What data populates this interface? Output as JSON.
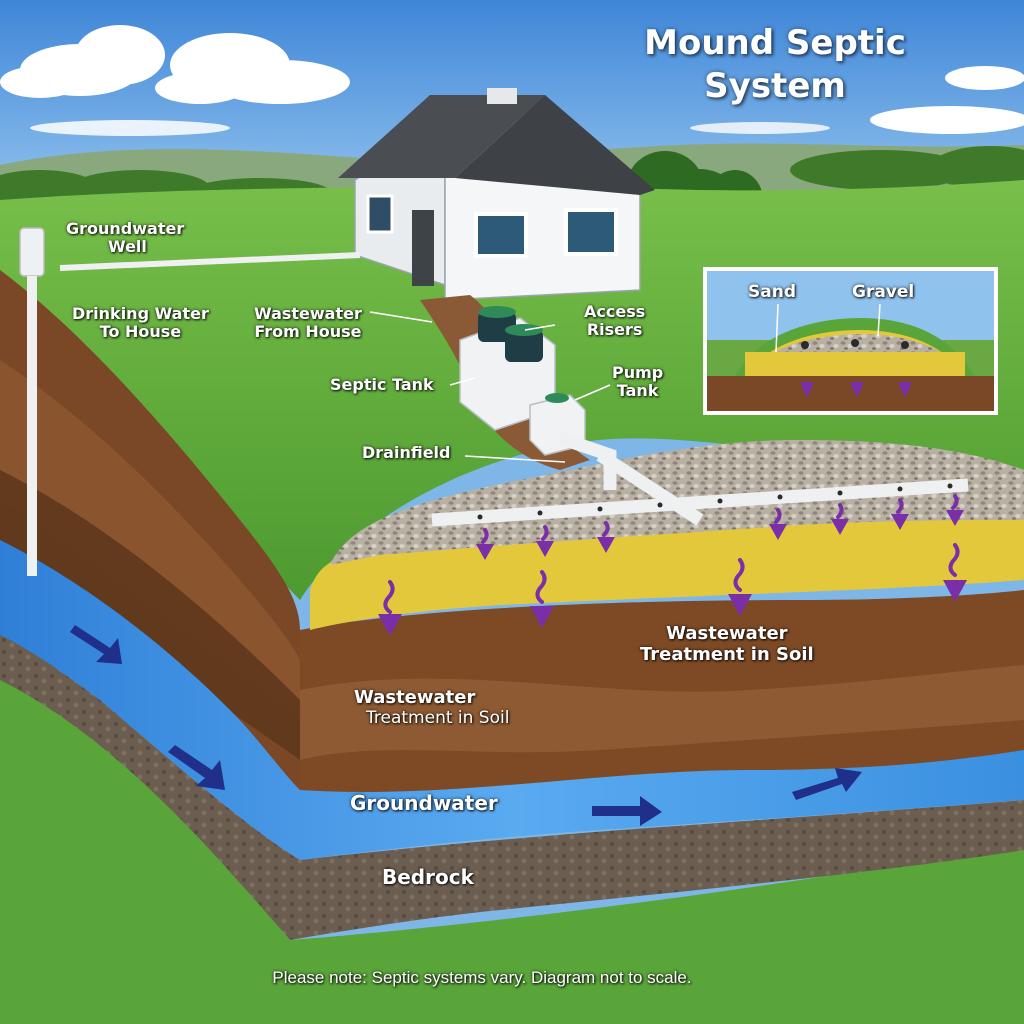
{
  "title_line1": "Mound Septic",
  "title_line2": "System",
  "labels": {
    "groundwater_well_1": "Groundwater",
    "groundwater_well_2": "Well",
    "drinking_water_1": "Drinking Water",
    "drinking_water_2": "To House",
    "wastewater_from_1": "Wastewater",
    "wastewater_from_2": "From House",
    "access_risers_1": "Access",
    "access_risers_2": "Risers",
    "septic_tank": "Septic Tank",
    "pump_tank_1": "Pump",
    "pump_tank_2": "Tank",
    "drainfield": "Drainfield",
    "treatment_right_1": "Wastewater",
    "treatment_right_2": "Treatment in Soil",
    "treatment_left_1": "Wastewater",
    "treatment_left_2": "Treatment in Soil",
    "groundwater": "Groundwater",
    "bedrock": "Bedrock"
  },
  "inset": {
    "sand": "Sand",
    "gravel": "Gravel"
  },
  "note": "Please note: Septic systems vary. Diagram not to scale.",
  "colors": {
    "sky": "#6fa9e2",
    "grass": "#5aa53a",
    "soil_dark": "#6b3f22",
    "soil_mid": "#8a5530",
    "sand": "#e6c93a",
    "gravel": "#b9b2a6",
    "groundwater": "#3c8fe0",
    "bedrock": "#6f6253",
    "pipe": "#eef0f2",
    "flow_arrow": "#7a2fa8",
    "water_arrow": "#1f2f8a"
  }
}
